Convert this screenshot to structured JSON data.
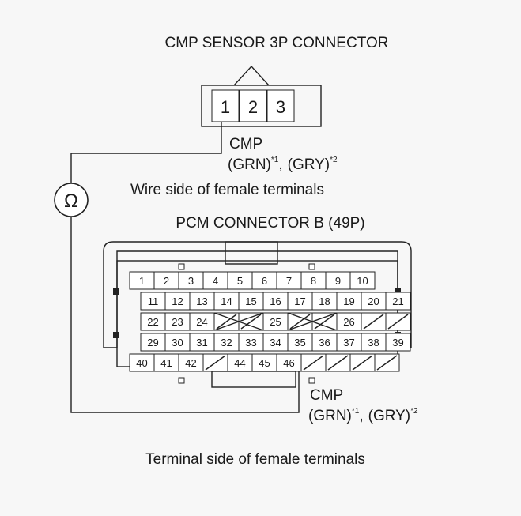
{
  "labels": {
    "cmp_connector_title": "CMP SENSOR 3P CONNECTOR",
    "pcm_connector_title": "PCM CONNECTOR B (49P)",
    "wire_side_caption": "Wire side of female terminals",
    "terminal_side_caption": "Terminal side of female terminals",
    "ohm_symbol": "Ω"
  },
  "cmp_sensor_connector": {
    "pins": [
      "1",
      "2",
      "3"
    ],
    "probe_pin": "1",
    "wire_label": {
      "name": "CMP",
      "color1": "(GRN)",
      "note1": "*1",
      "separator": ",",
      "color2": "(GRY)",
      "note2": "*2"
    }
  },
  "pcm_connector": {
    "rows": [
      [
        "1",
        "2",
        "3",
        "4",
        "5",
        "6",
        "7",
        "8",
        "9",
        "10"
      ],
      [
        "11",
        "12",
        "13",
        "14",
        "15",
        "16",
        "17",
        "18",
        "19",
        "20",
        "21"
      ],
      [
        "22",
        "23",
        "24",
        "",
        "",
        "25",
        "",
        "",
        "26",
        "",
        ""
      ],
      [
        "29",
        "30",
        "31",
        "32",
        "33",
        "34",
        "35",
        "36",
        "37",
        "38",
        "39"
      ],
      [
        "40",
        "41",
        "42",
        "",
        "44",
        "45",
        "46",
        "",
        "",
        "",
        ""
      ]
    ],
    "probe_pin": "46",
    "wire_label": {
      "name": "CMP",
      "color1": "(GRN)",
      "note1": "*1",
      "separator": ",",
      "color2": "(GRY)",
      "note2": "*2"
    }
  }
}
